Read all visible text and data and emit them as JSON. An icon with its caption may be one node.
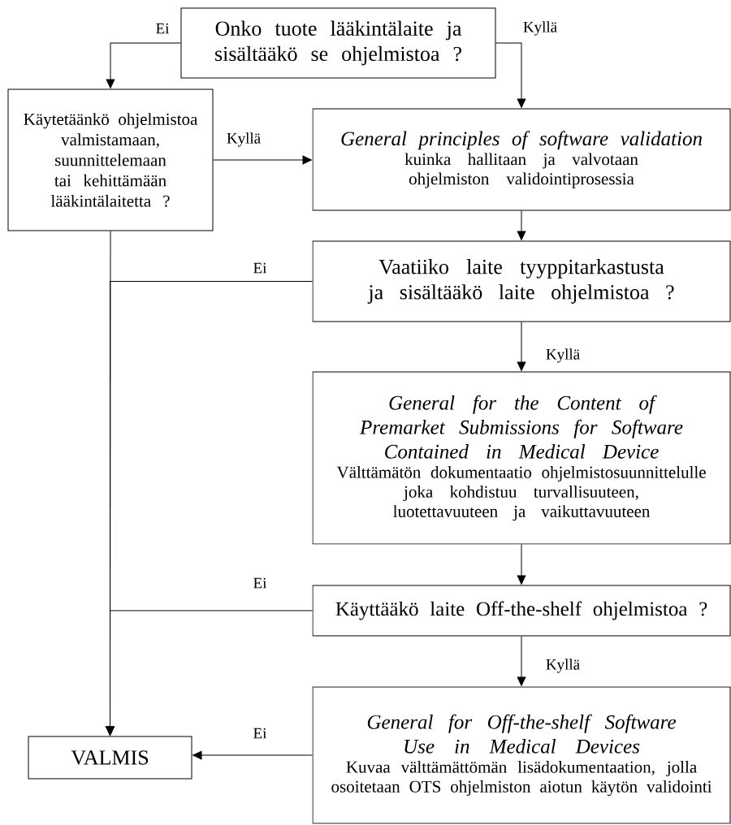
{
  "diagram": {
    "nodes": [
      {
        "text": [
          "Onko tuote lääkintälaite ja sisältääkö se ohjelmistoa ?"
        ]
      },
      {
        "text": [
          "Käytetäänkö ohjelmistoa valmistamaan, suunnittelemaan tai kehittämään lääkintälaitetta ?"
        ]
      },
      {
        "text": [
          "General principles of software validation",
          "kuinka hallitaan ja valvotaan ohjelmiston validointiprosessia"
        ]
      },
      {
        "text": [
          "Vaatiiko laite tyyppitarkastusta ja sisältääkö laite ohjelmistoa ?"
        ]
      },
      {
        "text": [
          "General for the Content of Premarket Submissions for Software Contained in Medical Device",
          "Välttämätön dokumentaatio ohjelmistosuunnittelulle joka kohdistuu turvallisuuteen, luotettavuuteen ja vaikuttavuuteen"
        ]
      },
      {
        "text": [
          "Käyttääkö laite Off-the-shelf ohjelmistoa ?"
        ]
      },
      {
        "text": [
          "General for Off-the-shelf Software Use in Medical Devices",
          "Kuvaa välttämättömän lisädokumentaation, jolla osoitetaan OTS ohjelmiston aiotun käytön validointi"
        ]
      },
      {
        "text": [
          "VALMIS"
        ]
      }
    ],
    "edges": [
      {
        "from": 0,
        "to": 1,
        "arrow": "to",
        "label": "Ei"
      },
      {
        "from": 0,
        "to": 2,
        "arrow": "to",
        "label": "Kyllä"
      },
      {
        "from": 1,
        "to": 2,
        "arrow": "to",
        "label": "Kyllä"
      },
      {
        "from": 2,
        "to": 3,
        "arrow": "to"
      },
      {
        "from": 1,
        "to": 7,
        "arrow": "to"
      },
      {
        "from": 3,
        "to": 7,
        "arrow": "to",
        "label": "Ei"
      },
      {
        "from": 3,
        "to": 4,
        "arrow": "to",
        "label": "Kyllä"
      },
      {
        "from": 4,
        "to": 5,
        "arrow": "to"
      },
      {
        "from": 5,
        "to": 7,
        "arrow": "to",
        "label": "Ei"
      },
      {
        "from": 5,
        "to": 6,
        "arrow": "to",
        "label": "Kyllä"
      },
      {
        "from": 6,
        "to": 7,
        "arrow": "to",
        "label": "Ei"
      }
    ]
  }
}
